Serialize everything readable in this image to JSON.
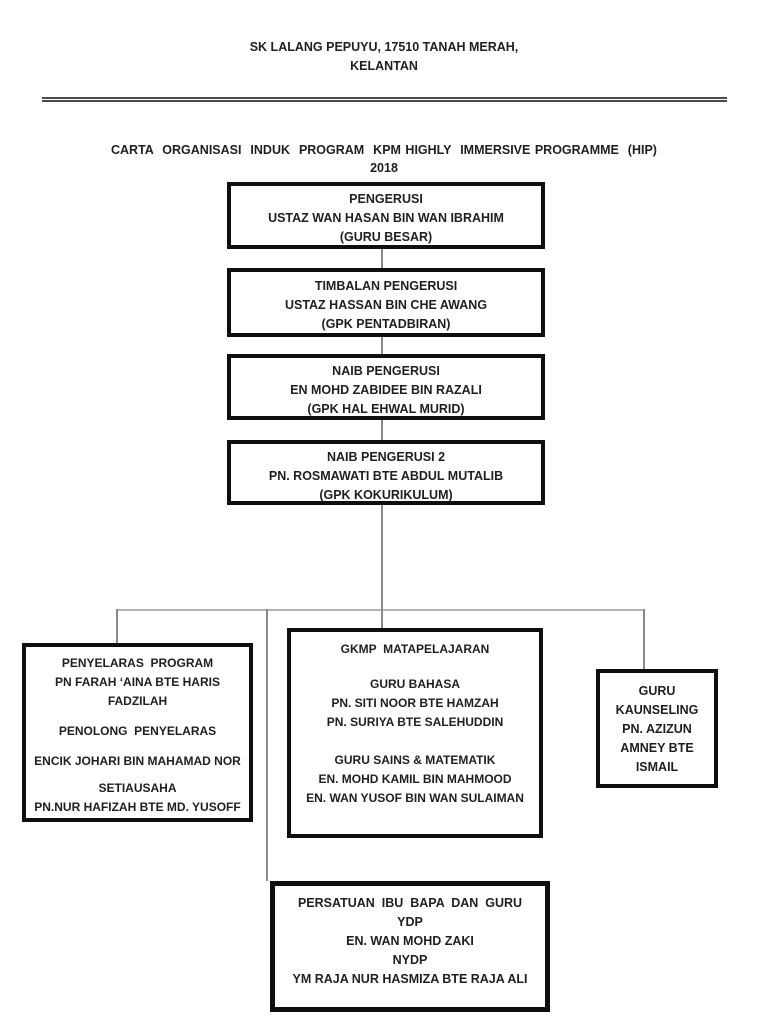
{
  "header": {
    "school_line1": "SK LALANG PEPUYU, 17510 TANAH MERAH,",
    "school_line2": "KELANTAN"
  },
  "title": {
    "line1": "CARTA  ORGANISASI  INDUK  PROGRAM  KPM HIGHLY  IMMERSIVE PROGRAMME  (HIP)",
    "line2": "2018"
  },
  "chain": [
    {
      "title": "PENGERUSI",
      "name": "USTAZ WAN HASAN BIN WAN IBRAHIM",
      "role": "(GURU BESAR)"
    },
    {
      "title": "TIMBALAN PENGERUSI",
      "name": "USTAZ HASSAN BIN CHE AWANG",
      "role": "(GPK PENTADBIRAN)"
    },
    {
      "title": "NAIB PENGERUSI",
      "name": "EN MOHD ZABIDEE BIN RAZALI",
      "role": "(GPK HAL EHWAL MURID)"
    },
    {
      "title": "NAIB PENGERUSI 2",
      "name": "PN. ROSMAWATI BTE ABDUL MUTALIB",
      "role": "(GPK KOKURIKULUM)"
    }
  ],
  "penyelaras": {
    "heading1": "PENYELARAS  PROGRAM",
    "name1_line1": "PN FARAH ‘AINA BTE HARIS",
    "name1_line2": "FADZILAH",
    "heading2": "PENOLONG  PENYELARAS",
    "name2": "ENCIK JOHARI BIN MAHAMAD NOR",
    "heading3": "SETIAUSAHA",
    "name3": "PN.NUR HAFIZAH BTE MD. YUSOFF"
  },
  "gkmp": {
    "heading": "GKMP  MATAPELAJARAN",
    "guru_bahasa_label": "GURU BAHASA",
    "guru_bahasa_names": [
      "PN. SITI NOOR BTE HAMZAH",
      "PN. SURIYA BTE SALEHUDDIN"
    ],
    "guru_sains_label": "GURU SAINS & MATEMATIK",
    "guru_sains_names": [
      "EN. MOHD KAMIL BIN MAHMOOD",
      "EN. WAN YUSOF BIN WAN SULAIMAN"
    ]
  },
  "kaunseling": {
    "lines": [
      "GURU",
      "KAUNSELING",
      "PN. AZIZUN",
      "AMNEY BTE",
      "ISMAIL"
    ]
  },
  "pibg": {
    "heading": "PERSATUAN  IBU  BAPA  DAN  GURU",
    "ydp_label": "YDP",
    "ydp_name": "EN. WAN MOHD ZAKI",
    "nydp_label": "NYDP",
    "nydp_name": "YM RAJA NUR HASMIZA BTE RAJA ALI"
  },
  "colors": {
    "box_border": "#0f0f0f",
    "text": "#1f1f1f",
    "connector": "#8a8a8a",
    "connector_light": "#b3b3b3",
    "divider": "#4a4a4a"
  }
}
